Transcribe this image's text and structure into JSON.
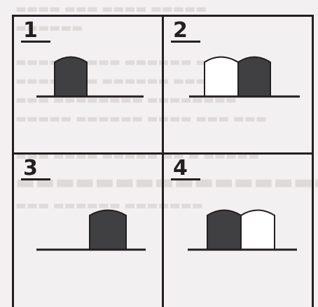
{
  "panels": [
    {
      "number": "1",
      "ground_present": true,
      "blocks": [
        {
          "fill": "dark"
        }
      ]
    },
    {
      "number": "2",
      "ground_present": true,
      "blocks": [
        {
          "fill": "white"
        },
        {
          "fill": "dark"
        }
      ]
    },
    {
      "number": "3",
      "ground_present": true,
      "blocks": [
        {
          "fill": "dark"
        }
      ]
    },
    {
      "number": "4",
      "ground_present": true,
      "blocks": [
        {
          "fill": "dark"
        },
        {
          "fill": "white"
        }
      ]
    }
  ],
  "colors": {
    "ink": "#231f20",
    "dark_block": "#404042",
    "light_block": "#ffffff",
    "paper": "#f2f0f0"
  }
}
